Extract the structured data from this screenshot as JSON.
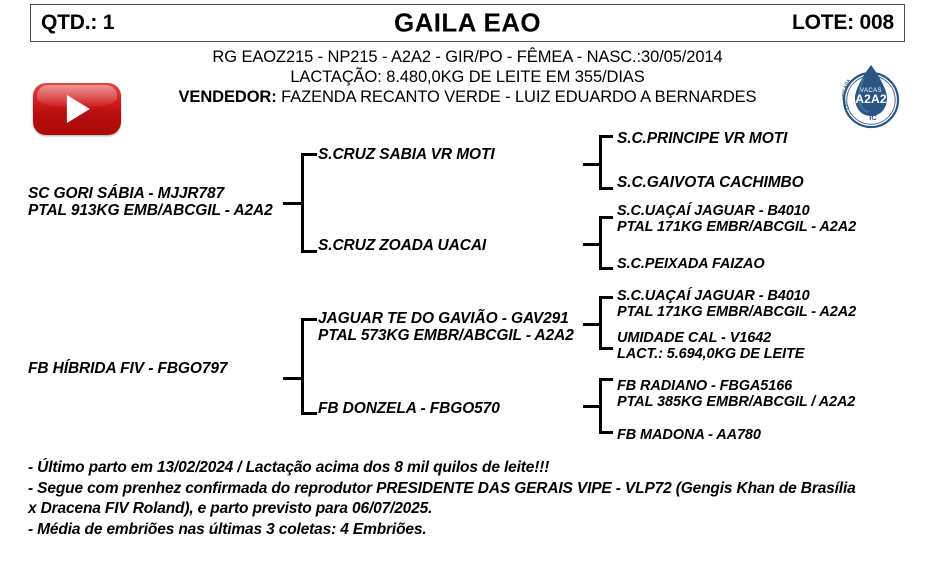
{
  "header": {
    "qtd_label": "QTD.: 1",
    "title": "GAILA EAO",
    "lote_label": "LOTE: 008"
  },
  "subheader": {
    "registration_line": "RG EAOZ215 - NP215 - A2A2 - GIR/PO - FÊMEA - NASC.:30/05/2014",
    "lactation_line": "LACTAÇÃO: 8.480,0KG DE LEITE EM 355/DIAS",
    "vendor_label": "VENDEDOR:",
    "vendor_value": "FAZENDA RECANTO VERDE - LUIZ EDUARDO A BERNARDES"
  },
  "logos": {
    "video_icon": "youtube-play-icon",
    "seal_top_text": "VACAS",
    "seal_main_text": "A2A2"
  },
  "pedigree": {
    "sire": {
      "line1": "SC GORI SÁBIA - MJJR787",
      "line2": "PTAL 913KG EMB/ABCGIL - A2A2"
    },
    "dam": {
      "line1": "FB HÍBRIDA FIV - FBGO797"
    },
    "sire_sire": {
      "line1": "S.CRUZ SABIA VR MOTI"
    },
    "sire_dam": {
      "line1": "S.CRUZ ZOADA UACAI"
    },
    "dam_sire": {
      "line1": "JAGUAR TE DO GAVIÃO - GAV291",
      "line2": "PTAL 573KG EMBR/ABCGIL - A2A2"
    },
    "dam_dam": {
      "line1": "FB DONZELA - FBGO570"
    },
    "ss_sire": {
      "line1": "S.C.PRINCIPE VR MOTI"
    },
    "ss_dam": {
      "line1": "S.C.GAIVOTA CACHIMBO"
    },
    "sd_sire": {
      "line1": "S.C.UAÇAÍ JAGUAR - B4010",
      "line2": "PTAL 171KG EMBR/ABCGIL - A2A2"
    },
    "sd_dam": {
      "line1": "S.C.PEIXADA FAIZAO"
    },
    "ds_sire": {
      "line1": "S.C.UAÇAÍ JAGUAR - B4010",
      "line2": "PTAL 171KG EMBR/ABCGIL - A2A2"
    },
    "ds_dam": {
      "line1": "UMIDADE CAL - V1642",
      "line2": "LACT.: 5.694,0KG DE LEITE"
    },
    "dd_sire": {
      "line1": "FB RADIANO - FBGA5166",
      "line2": "PTAL 385KG EMBR/ABCGIL / A2A2"
    },
    "dd_dam": {
      "line1": "FB MADONA - AA780"
    }
  },
  "notes": {
    "line1": "- Último parto em 13/02/2024 / Lactação acima dos 8 mil quilos de leite!!!",
    "line2": "- Segue com prenhez confirmada do reprodutor PRESIDENTE DAS GERAIS VIPE - VLP72 (Gengis Khan de Brasília",
    "line3": "x Dracena FIV Roland), e parto previsto para 06/07/2025.",
    "line4_prefix": "- Média de embriões nas últimas 3 coletas: ",
    "line4_value": "4 Embriões."
  },
  "colors": {
    "seal_blue": "#2b5584",
    "youtube_red": "#cc1a1a",
    "border": "#4a4a4a"
  }
}
